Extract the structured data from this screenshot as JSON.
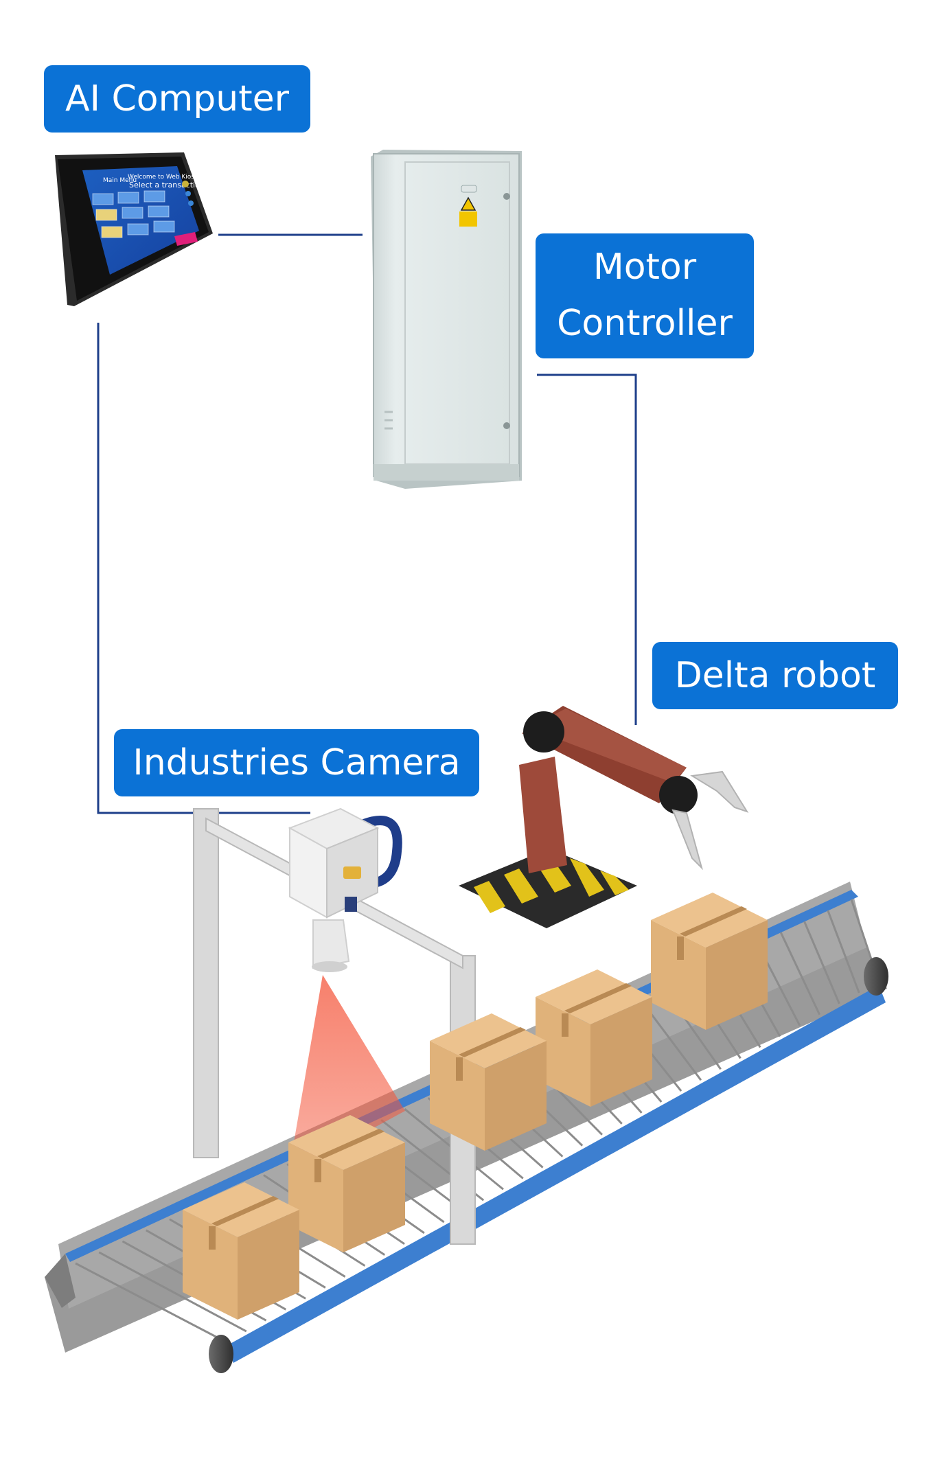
{
  "labels": {
    "ai_computer": "AI Computer",
    "motor_controller_line1": "Motor",
    "motor_controller_line2": "Controller",
    "delta_robot": "Delta robot",
    "industries_camera": "Industries Camera"
  },
  "screen": {
    "header_left": "Main Menu",
    "header_right": "Welcome to Web Kiosk",
    "title": "Select a transaction"
  },
  "colors": {
    "label_bg": "#0b72d6",
    "connector": "#1e3f8a",
    "belt_edge": "#3d7fd0",
    "box": "#e0b27a",
    "robot_arm": "#9e4a3a",
    "camera_beam": "#f4553a"
  }
}
